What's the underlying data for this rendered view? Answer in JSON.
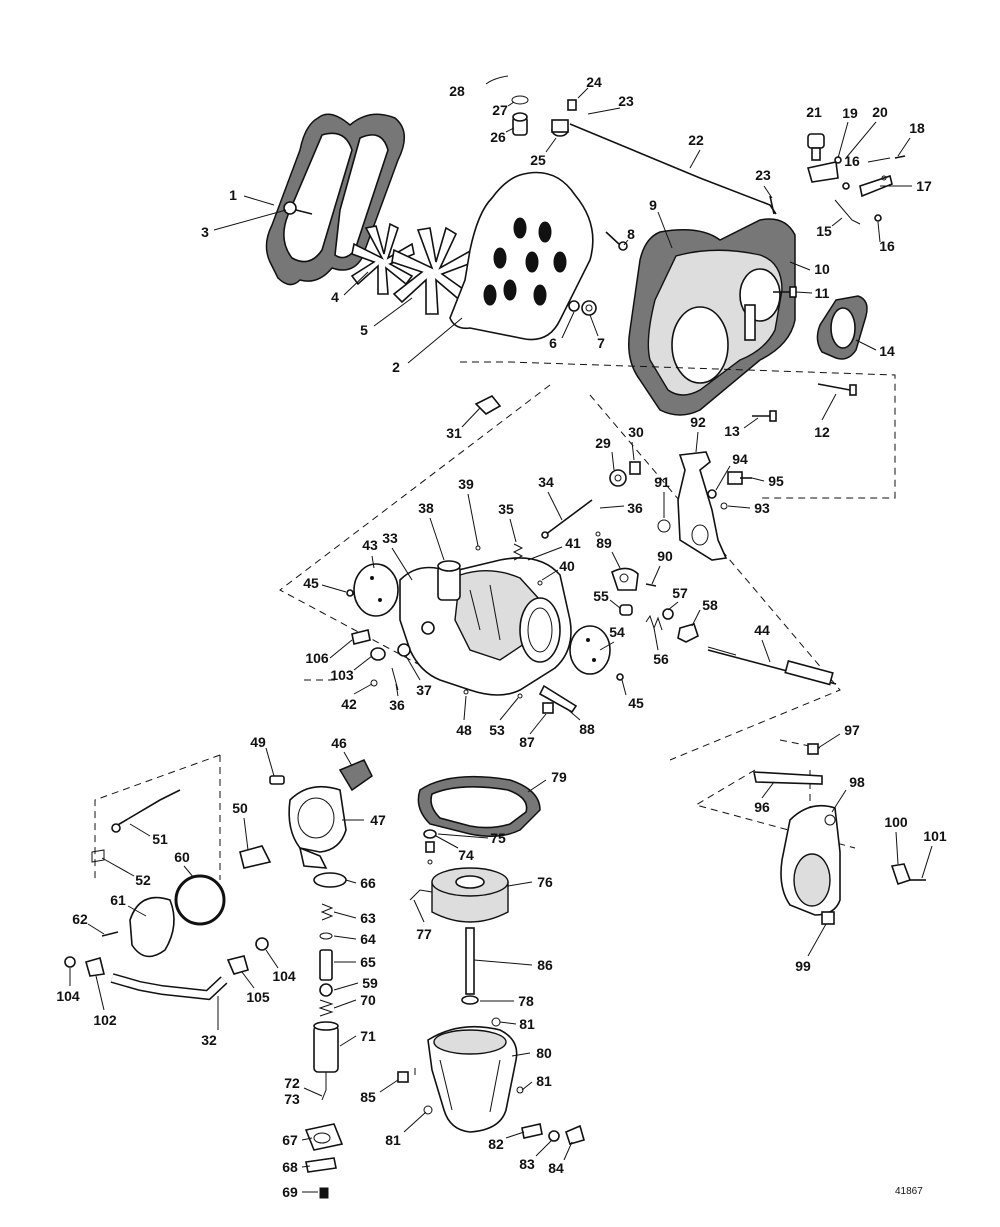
{
  "figure_number": "41867",
  "labels": [
    "1",
    "2",
    "3",
    "4",
    "5",
    "6",
    "7",
    "8",
    "9",
    "10",
    "11",
    "12",
    "13",
    "14",
    "15",
    "16",
    "16",
    "17",
    "18",
    "19",
    "20",
    "21",
    "22",
    "23",
    "23",
    "24",
    "25",
    "26",
    "27",
    "28",
    "29",
    "30",
    "31",
    "32",
    "33",
    "34",
    "35",
    "36",
    "36",
    "37",
    "38",
    "39",
    "40",
    "41",
    "42",
    "43",
    "44",
    "45",
    "45",
    "46",
    "47",
    "48",
    "49",
    "50",
    "51",
    "52",
    "53",
    "54",
    "55",
    "56",
    "57",
    "58",
    "59",
    "60",
    "61",
    "62",
    "63",
    "64",
    "65",
    "66",
    "67",
    "68",
    "69",
    "70",
    "71",
    "72",
    "73",
    "74",
    "75",
    "76",
    "77",
    "78",
    "79",
    "80",
    "81",
    "81",
    "81",
    "82",
    "83",
    "84",
    "85",
    "86",
    "87",
    "88",
    "89",
    "90",
    "91",
    "92",
    "93",
    "94",
    "95",
    "96",
    "97",
    "98",
    "99",
    "100",
    "101",
    "102",
    "103",
    "104",
    "104",
    "105",
    "106"
  ]
}
